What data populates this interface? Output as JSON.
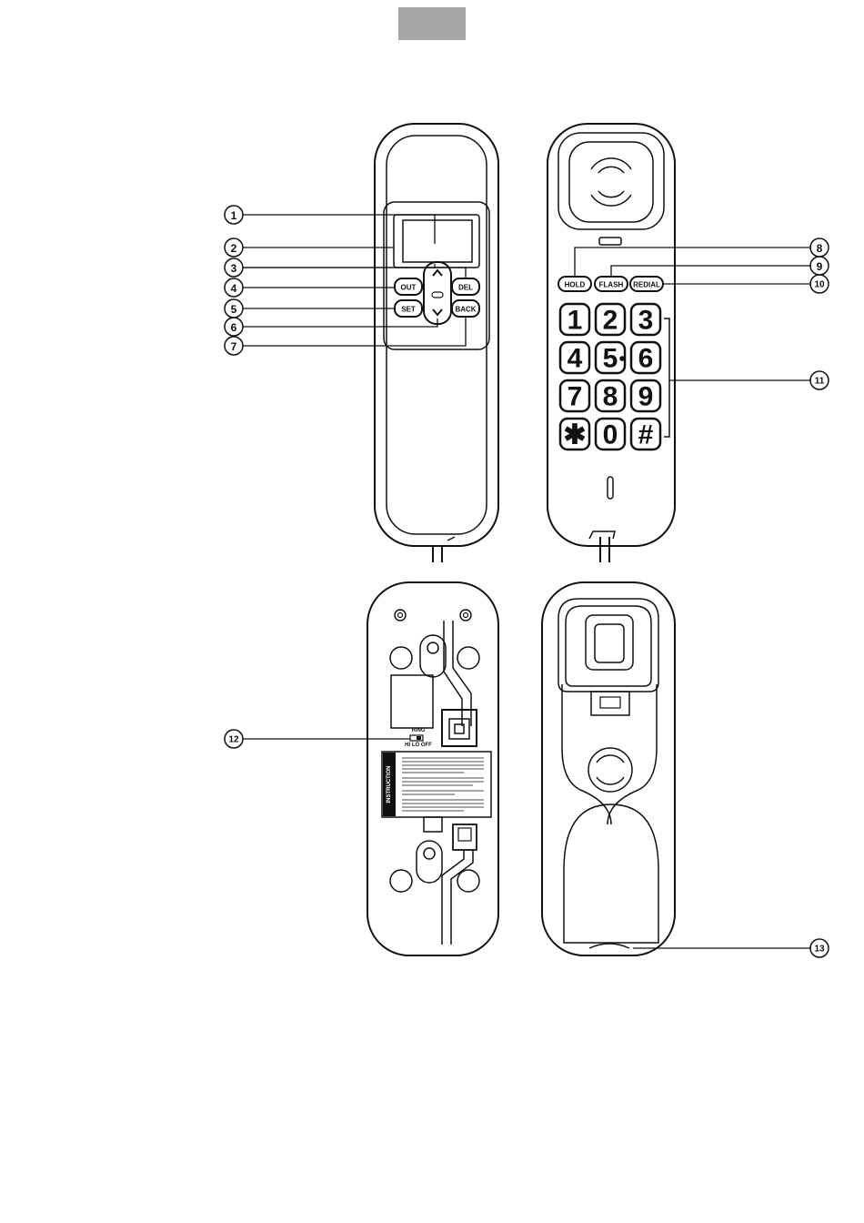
{
  "header": {
    "tab_color": "#a6a6a6"
  },
  "callouts": [
    "1",
    "2",
    "3",
    "4",
    "5",
    "6",
    "7",
    "8",
    "9",
    "10",
    "11",
    "12",
    "13"
  ],
  "front_buttons": {
    "out": "OUT",
    "set": "SET",
    "del": "DEL",
    "back": "BACK"
  },
  "function_buttons": {
    "hold": "HOLD",
    "flash": "FLASH",
    "redial": "REDIAL"
  },
  "keypad": [
    "1",
    "2",
    "3",
    "4",
    "5",
    "6",
    "7",
    "8",
    "9",
    "✱",
    "0",
    "#"
  ],
  "ringer": {
    "title": "RING",
    "options": "HI  LO  OFF"
  },
  "instruction_label": "INSTRUCTION",
  "colors": {
    "line": "#111111",
    "tab": "#a6a6a6"
  }
}
